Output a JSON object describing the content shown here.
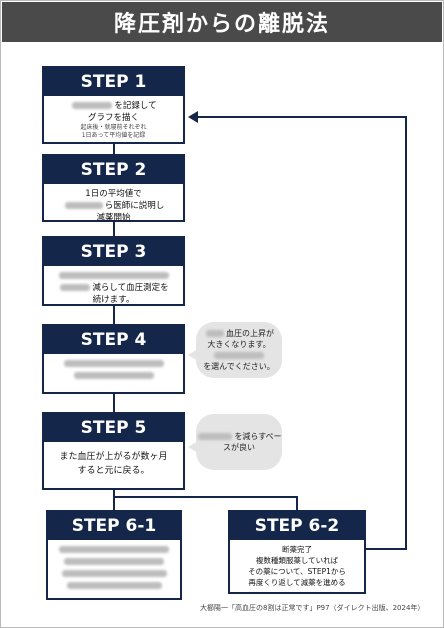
{
  "title": "降圧剤からの離脱法",
  "steps": {
    "s1": {
      "label": "STEP 1",
      "line1": "を記録して",
      "line2": "グラフを描く",
      "line3": "起床後・就寝前それぞれ",
      "line4": "1日あって平均値を記録"
    },
    "s2": {
      "label": "STEP 2",
      "line1": "1日の平均値で",
      "line2": "ら医師に説明し",
      "line3": "減薬開始"
    },
    "s3": {
      "label": "STEP 3",
      "line1": "減らして血圧測定を",
      "line2": "続けます。"
    },
    "s4": {
      "label": "STEP 4"
    },
    "s5": {
      "label": "STEP 5",
      "line1": "また血圧が上がるが数ヶ月",
      "line2": "すると元に戻る。"
    },
    "s61": {
      "label": "STEP 6-1"
    },
    "s62": {
      "label": "STEP 6-2",
      "line1": "断薬完了",
      "line2": "複数種類服薬していれば",
      "line3": "その薬について、STEP1から",
      "line4": "再度くり返して減薬を進める"
    }
  },
  "bubbles": {
    "b1": {
      "line1": "血圧の上昇が",
      "line2": "大きくなります。",
      "line3": "を選んでください。"
    },
    "b2": {
      "line1": "を減らすペー",
      "line2": "スが良い"
    }
  },
  "footer": "大櫛陽一「高血圧の8割は正常です」P97（ダイレクト出版、2024年）"
}
